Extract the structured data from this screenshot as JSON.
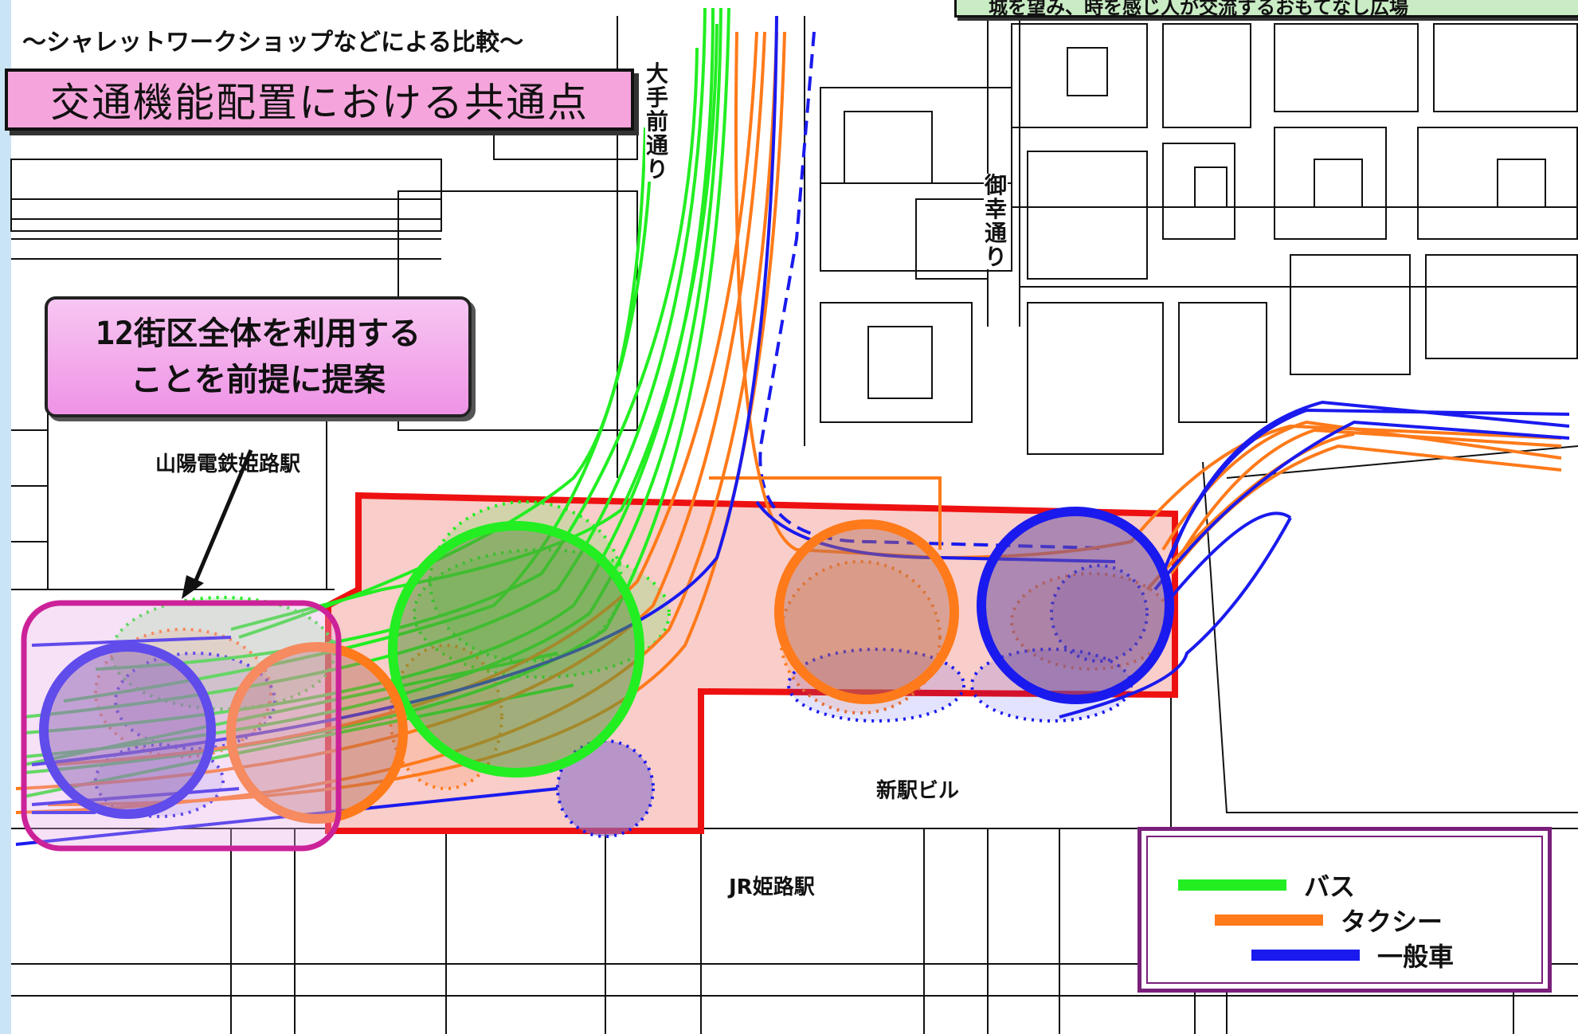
{
  "header": {
    "subtitle": "～シャレットワークショップなどによる比較～",
    "title": "交通機能配置における共通点",
    "banner_text": "城を望み、時を感じ人が交流するおもてなし広場"
  },
  "proposal_callout": {
    "line1": "12街区全体を利用する",
    "line2": "ことを前提に提案"
  },
  "map_labels": {
    "otemae_dori": "大手前通り",
    "miyuki_dori": "御幸通り",
    "sanyo_station": "山陽電鉄姫路駅",
    "new_station_building": "新駅ビル",
    "jr_station": "JR姫路駅"
  },
  "legend": {
    "items": [
      {
        "label": "バス",
        "color": "#22ee22"
      },
      {
        "label": "タクシー",
        "color": "#ff7a1a"
      },
      {
        "label": "一般車",
        "color": "#1a1aee"
      }
    ]
  },
  "colors": {
    "bus": "#22ee22",
    "taxi": "#ff7a1a",
    "car": "#1a1aee",
    "area_outline": "#ee1111",
    "area_fill": "#f8c4c0",
    "proposal_frame": "#cc2299"
  }
}
